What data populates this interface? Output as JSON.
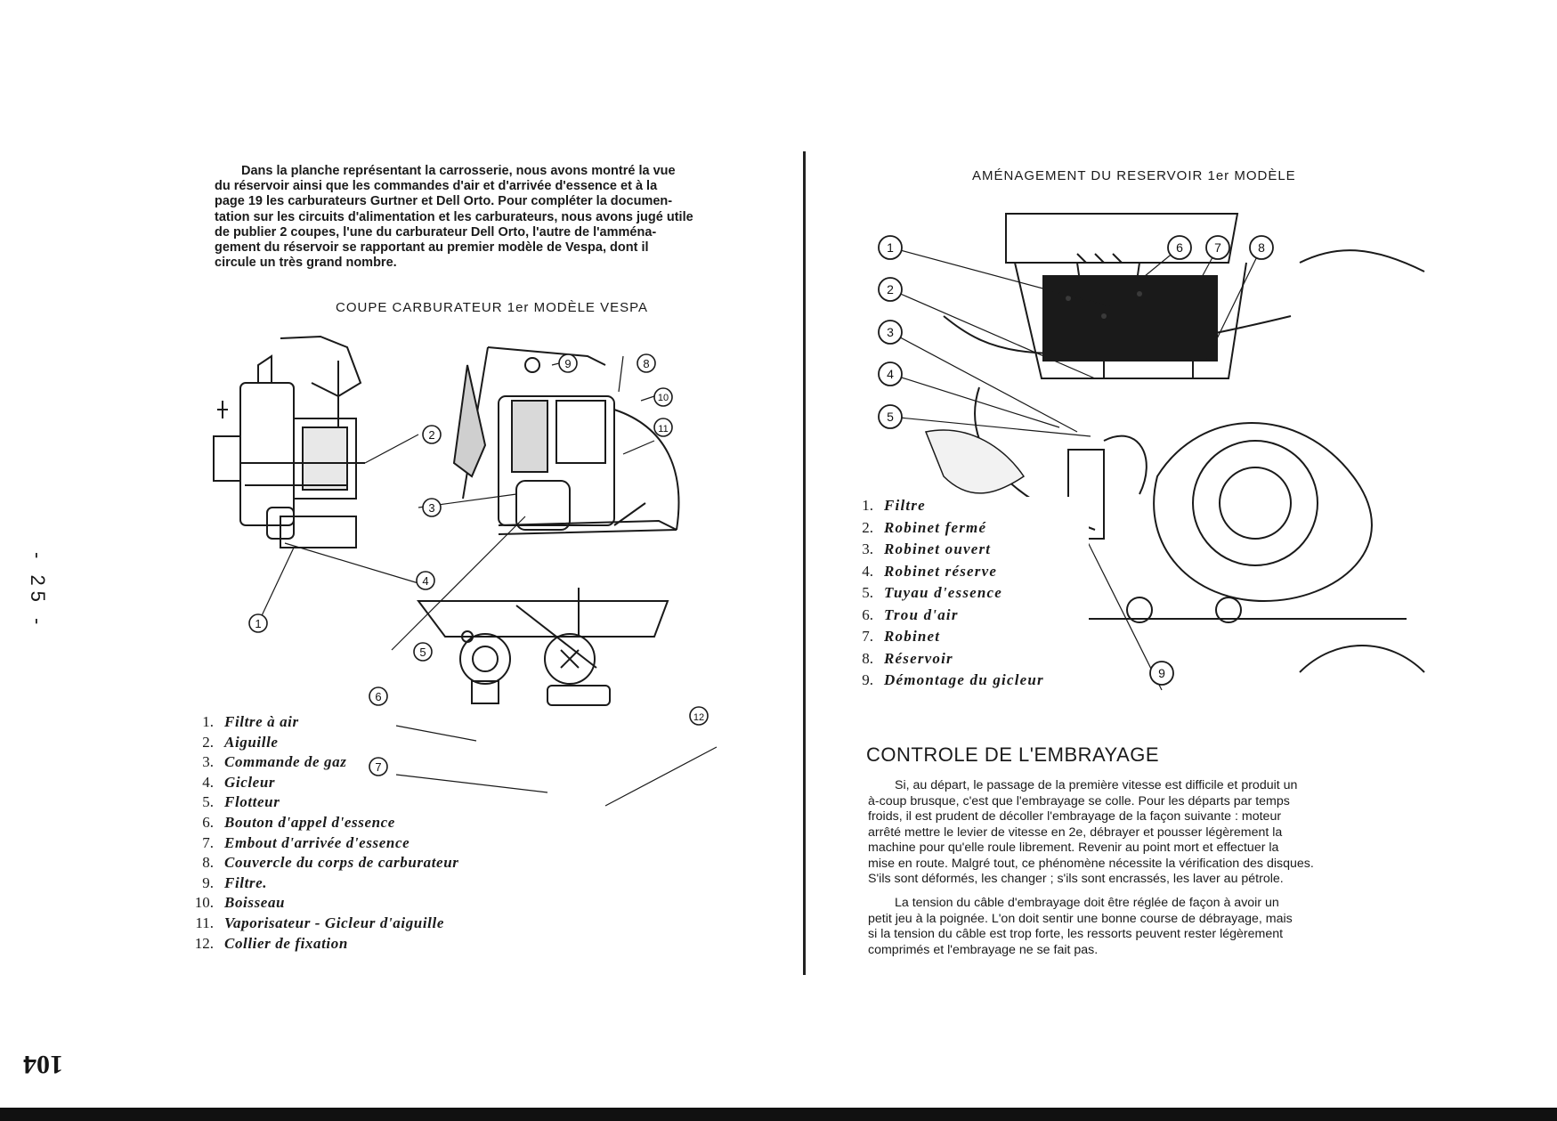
{
  "left_page": {
    "intro_lines": [
      "Dans la planche représentant la carrosserie, nous avons montré la vue",
      "du réservoir ainsi que les commandes d'air et d'arrivée d'essence et à la",
      "page 19 les carburateurs Gurtner et Dell Orto. Pour compléter la documen-",
      "tation sur les circuits d'alimentation et les carburateurs, nous avons jugé utile",
      "de publier 2 coupes, l'une du carburateur Dell Orto, l'autre de l'amména-",
      "gement du réservoir se rapportant au premier modèle de Vespa, dont il",
      "circule un très grand nombre."
    ],
    "figure_caption": "COUPE CARBURATEUR 1er MODÈLE VESPA",
    "legend": [
      {
        "num": "1.",
        "label": "Filtre à air"
      },
      {
        "num": "2.",
        "label": "Aiguille"
      },
      {
        "num": "3.",
        "label": "Commande de gaz"
      },
      {
        "num": "4.",
        "label": "Gicleur"
      },
      {
        "num": "5.",
        "label": "Flotteur"
      },
      {
        "num": "6.",
        "label": "Bouton d'appel d'essence"
      },
      {
        "num": "7.",
        "label": "Embout d'arrivée d'essence"
      },
      {
        "num": "8.",
        "label": "Couvercle du corps de carburateur"
      },
      {
        "num": "9.",
        "label": "Filtre."
      },
      {
        "num": "10.",
        "label": "Boisseau"
      },
      {
        "num": "11.",
        "label": "Vaporisateur - Gicleur d'aiguille"
      },
      {
        "num": "12.",
        "label": "Collier de fixation"
      }
    ],
    "callouts": [
      "1",
      "2",
      "3",
      "4",
      "5",
      "6",
      "7",
      "8",
      "9",
      "10",
      "11",
      "12"
    ],
    "side_page_number": "- 25 -",
    "bottom_page_number": "104"
  },
  "right_page": {
    "figure_caption": "AMÉNAGEMENT DU RESERVOIR 1er MODÈLE",
    "legend": [
      {
        "num": "1.",
        "label": "Filtre"
      },
      {
        "num": "2.",
        "label": "Robinet fermé"
      },
      {
        "num": "3.",
        "label": "Robinet ouvert"
      },
      {
        "num": "4.",
        "label": "Robinet réserve"
      },
      {
        "num": "5.",
        "label": "Tuyau d'essence"
      },
      {
        "num": "6.",
        "label": "Trou d'air"
      },
      {
        "num": "7.",
        "label": "Robinet"
      },
      {
        "num": "8.",
        "label": "Réservoir"
      },
      {
        "num": "9.",
        "label": "Démontage du gicleur"
      }
    ],
    "callouts": [
      "1",
      "2",
      "3",
      "4",
      "5",
      "6",
      "7",
      "8",
      "9"
    ],
    "section_title": "CONTROLE DE L'EMBRAYAGE",
    "paragraph1_lines": [
      "Si, au départ, le passage de la première vitesse est difficile et produit un",
      "à-coup brusque, c'est que l'embrayage se colle. Pour les départs par temps",
      "froids, il est prudent de décoller l'embrayage de la façon suivante : moteur",
      "arrêté mettre le levier de vitesse en 2e, débrayer et pousser légèrement la",
      "machine pour qu'elle roule librement. Revenir au point mort et effectuer la",
      "mise en route. Malgré tout, ce phénomène nécessite la vérification des disques.",
      "S'ils sont déformés, les changer ; s'ils sont encrassés, les laver au pétrole."
    ],
    "paragraph2_lines": [
      "La tension du câble d'embrayage doit être réglée de façon à avoir un",
      "petit jeu à la poignée. L'on doit sentir une bonne course de débrayage, mais",
      "si la tension du câble est trop forte, les ressorts peuvent rester légèrement",
      "comprimés et l'embrayage ne se fait pas."
    ]
  }
}
